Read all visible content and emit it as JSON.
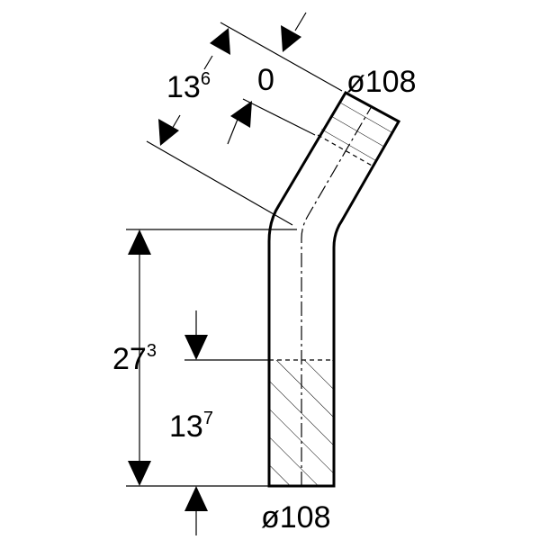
{
  "labels": {
    "top_length_main": "13",
    "top_length_sup": "6",
    "top_offset": "0",
    "top_diameter": "ø108",
    "total_height_main": "27",
    "total_height_sup": "3",
    "insert_depth_main": "13",
    "insert_depth_sup": "7",
    "bottom_diameter": "ø108"
  },
  "colors": {
    "line": "#000000",
    "background": "#ffffff"
  }
}
